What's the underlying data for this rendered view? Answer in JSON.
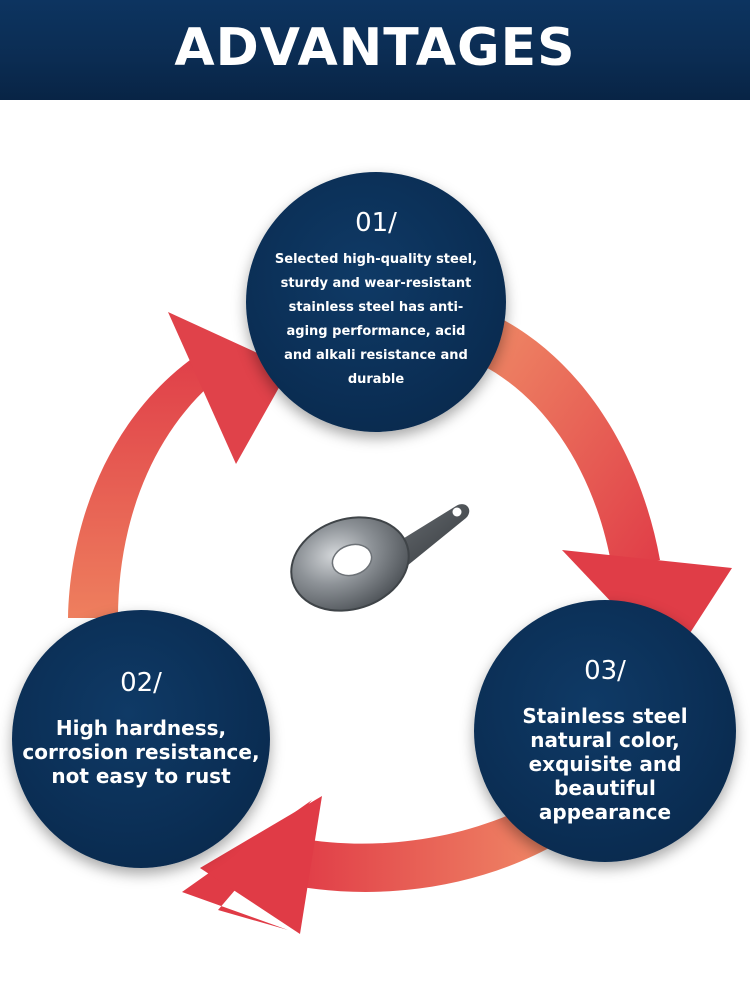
{
  "header": {
    "title": "ADVANTAGES"
  },
  "colors": {
    "header_bg": "#0b2c52",
    "circle_bg": "#0b2f56",
    "arrow_light": "#ee7a5c",
    "arrow_dark": "#e03c47"
  },
  "steps": [
    {
      "number": "01/",
      "text": "Selected high-quality steel, sturdy and wear-resistant stainless steel has anti-aging performance, acid and alkali resistance and durable"
    },
    {
      "number": "02/",
      "text": "High hardness, corrosion resistance, not easy to rust"
    },
    {
      "number": "03/",
      "text": "Stainless steel natural color, exquisite and beautiful appearance"
    }
  ],
  "center_image": "orifice-plate-product"
}
